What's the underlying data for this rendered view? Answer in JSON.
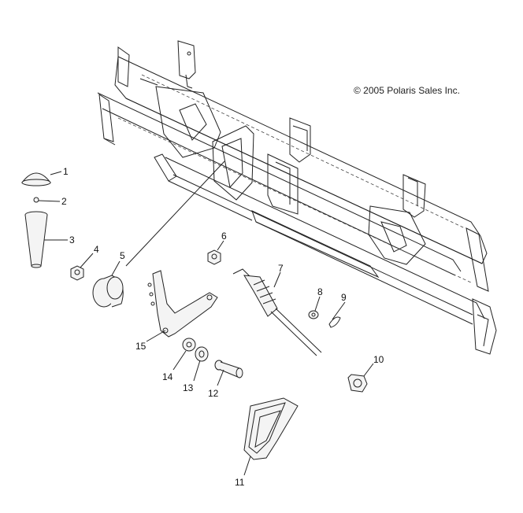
{
  "copyright": "© 2005 Polaris Sales Inc.",
  "callouts": [
    {
      "id": "1",
      "label": "1"
    },
    {
      "id": "2",
      "label": "2"
    },
    {
      "id": "3",
      "label": "3"
    },
    {
      "id": "4",
      "label": "4"
    },
    {
      "id": "5",
      "label": "5"
    },
    {
      "id": "6",
      "label": "6"
    },
    {
      "id": "7",
      "label": "7"
    },
    {
      "id": "8",
      "label": "8"
    },
    {
      "id": "9",
      "label": "9"
    },
    {
      "id": "10",
      "label": "10"
    },
    {
      "id": "11",
      "label": "11"
    },
    {
      "id": "12",
      "label": "12"
    },
    {
      "id": "13",
      "label": "13"
    },
    {
      "id": "14",
      "label": "14"
    },
    {
      "id": "15",
      "label": "15"
    }
  ]
}
